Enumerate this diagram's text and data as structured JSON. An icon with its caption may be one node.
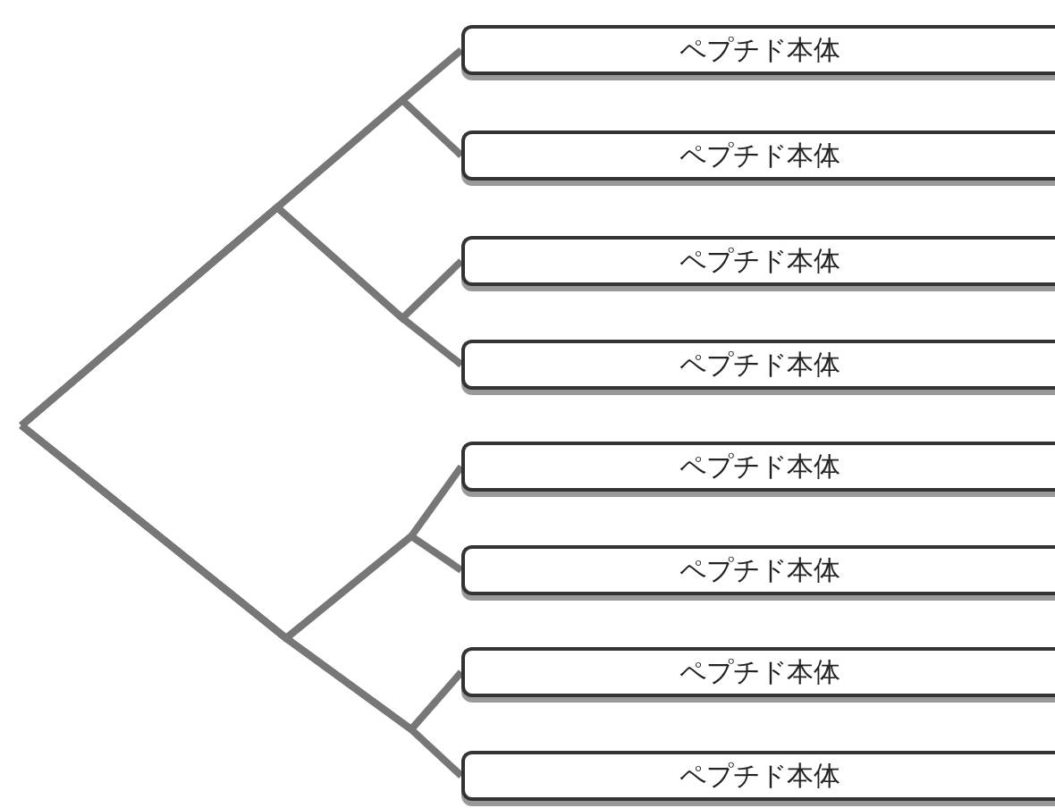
{
  "diagram": {
    "nodes": [
      {
        "text": [
          "ペプチド本体"
        ]
      },
      {
        "text": [
          "ペプチド本体"
        ]
      },
      {
        "text": [
          "ペプチド本体"
        ]
      },
      {
        "text": [
          "ペプチド本体"
        ]
      },
      {
        "text": [
          "ペプチド本体"
        ]
      },
      {
        "text": [
          "ペプチド本体"
        ]
      },
      {
        "text": [
          "ペプチド本体"
        ]
      },
      {
        "text": [
          "ペプチド本体"
        ]
      }
    ],
    "edges": [
      {
        "from": null,
        "to": 0,
        "arrow": "none"
      },
      {
        "from": null,
        "to": 1,
        "arrow": "none"
      },
      {
        "from": null,
        "to": 2,
        "arrow": "none"
      },
      {
        "from": null,
        "to": 3,
        "arrow": "none"
      },
      {
        "from": null,
        "to": 4,
        "arrow": "none"
      },
      {
        "from": null,
        "to": 5,
        "arrow": "none"
      },
      {
        "from": null,
        "to": 6,
        "arrow": "none"
      },
      {
        "from": null,
        "to": 7,
        "arrow": "none"
      }
    ]
  }
}
